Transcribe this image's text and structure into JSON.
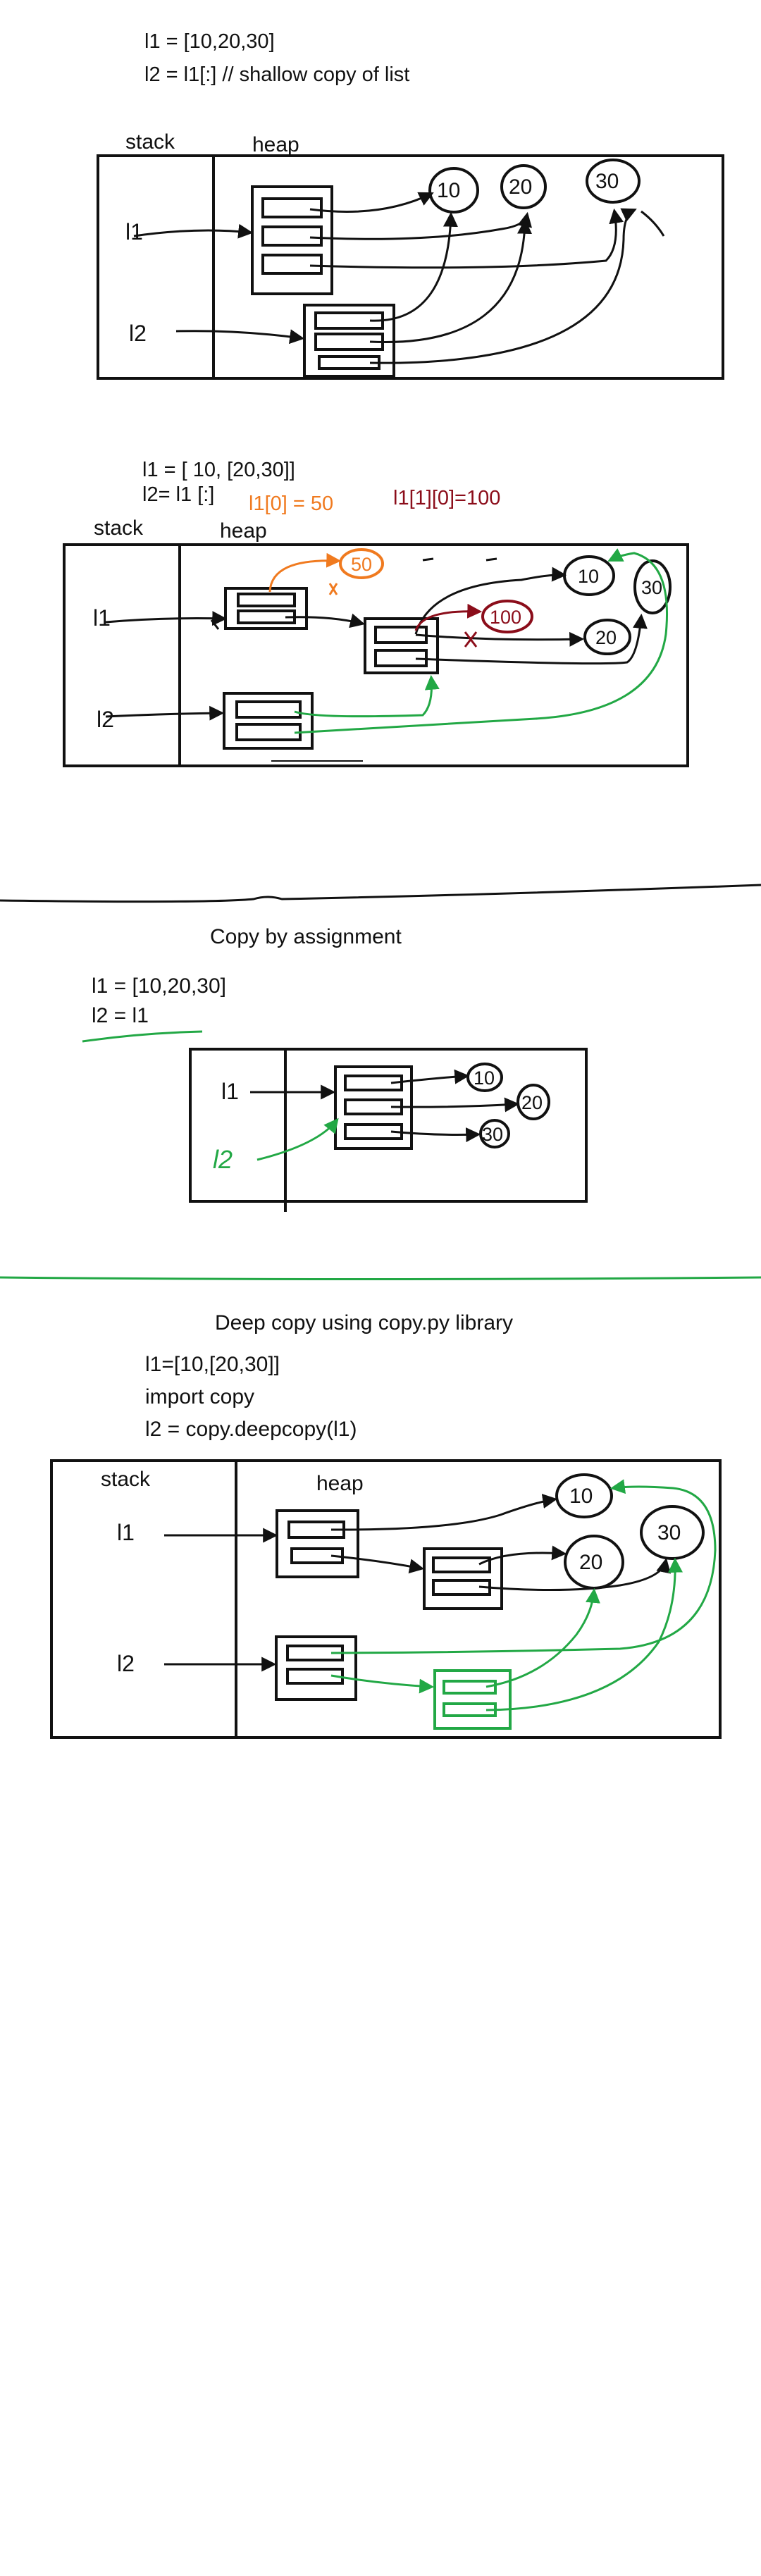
{
  "colors": {
    "ink": "#111111",
    "orange": "#f07a1f",
    "darkred": "#8b0d1a",
    "green": "#22a845"
  },
  "section1": {
    "code_line1": "l1 = [10,20,30]",
    "code_line2": "l2 = l1[:] // shallow copy of list",
    "stack_label": "stack",
    "heap_label": "heap",
    "var1": "l1",
    "var2": "l2",
    "val1": "10",
    "val2": "20",
    "val3": "30"
  },
  "section2": {
    "code_line1": "l1 = [ 10, [20,30]]",
    "code_line2": "l2= l1 [:]",
    "note_orange": "l1[0] = 50",
    "note_red": "l1[1][0]=100",
    "stack_label": "stack",
    "heap_label": "heap",
    "var1": "l1",
    "var2": "l2",
    "val_50": "50",
    "val_10": "10",
    "val_100": "100",
    "val_20": "20",
    "val_30": "30"
  },
  "section3": {
    "title": "Copy by assignment",
    "code_line1": "l1 = [10,20,30]",
    "code_line2": "l2 = l1",
    "var1": "l1",
    "var2": "l2",
    "val1": "10",
    "val2": "20",
    "val3": "30"
  },
  "section4": {
    "title": "Deep copy using copy.py library",
    "code_line1": "l1=[10,[20,30]]",
    "code_line2": "import copy",
    "code_line3": "l2 = copy.deepcopy(l1)",
    "stack_label": "stack",
    "heap_label": "heap",
    "var1": "l1",
    "var2": "l2",
    "val1": "10",
    "val2": "20",
    "val3": "30"
  }
}
